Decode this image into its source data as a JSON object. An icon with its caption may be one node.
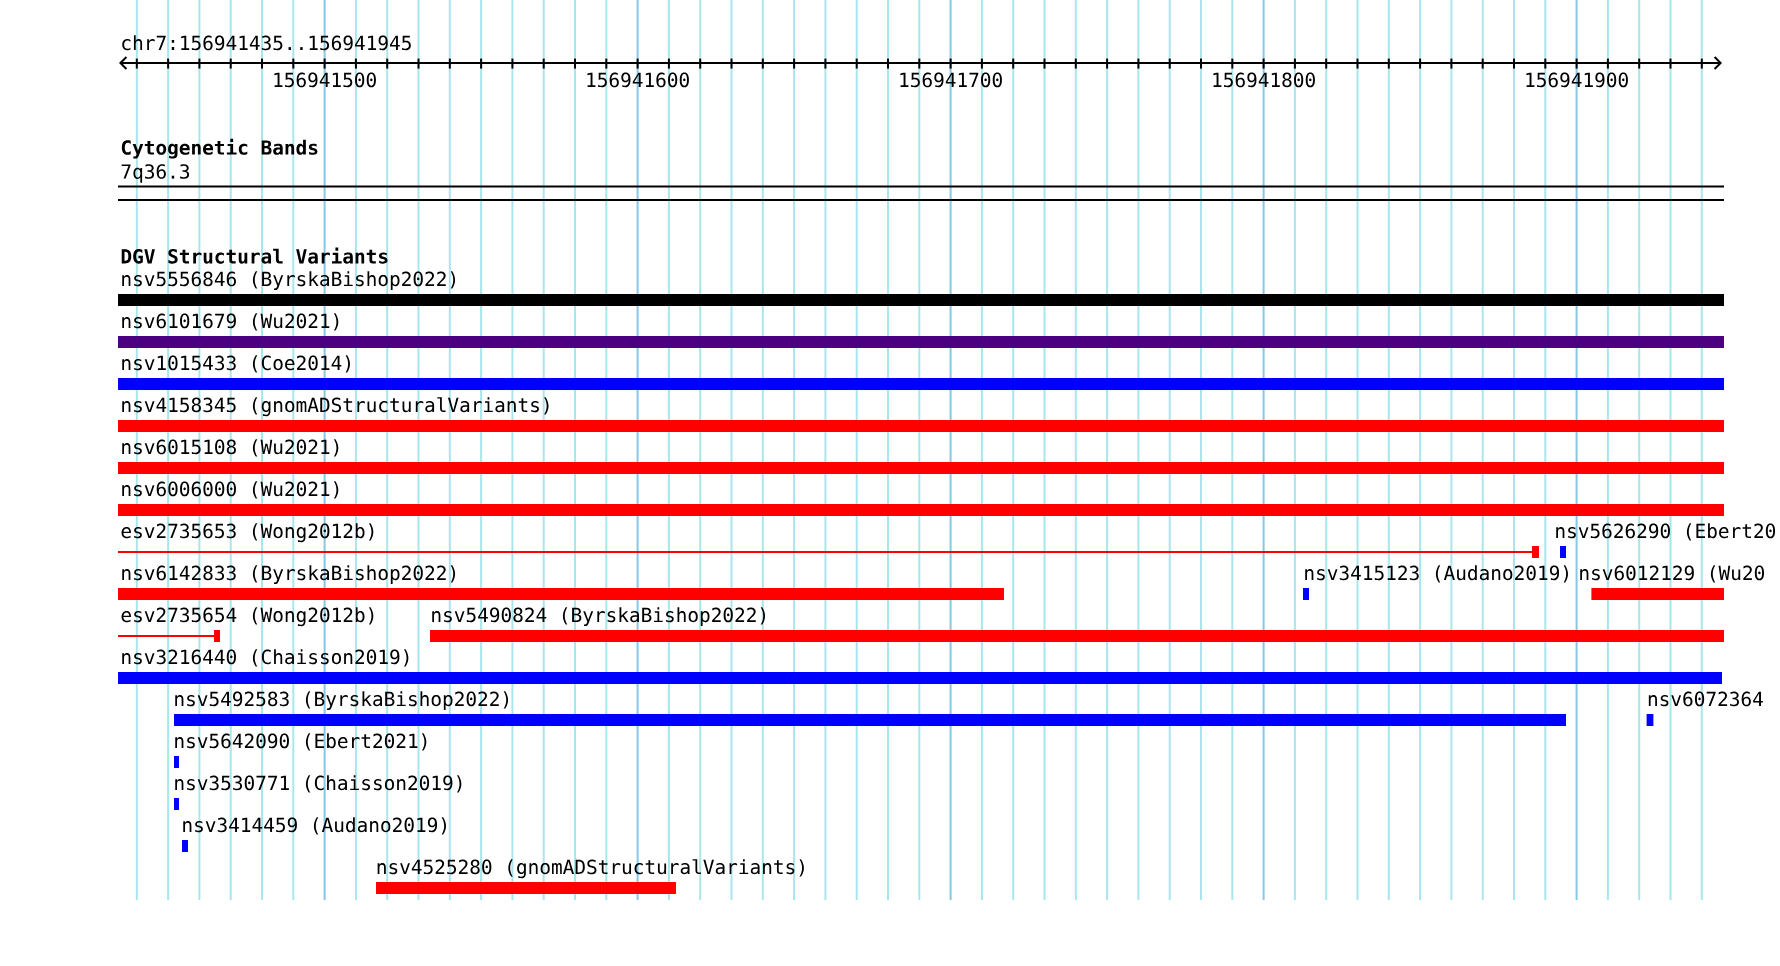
{
  "diagram": {
    "nodes": [
      {
        "text": [
          "nsv5556846 (ByrskaBishop2022)"
        ]
      },
      {
        "text": [
          "nsv6101679 (Wu2021)"
        ]
      },
      {
        "text": [
          "nsv1015433 (Coe2014)"
        ]
      },
      {
        "text": [
          "nsv4158345 (gnomADStructuralVariants)"
        ]
      },
      {
        "text": [
          "nsv6015108 (Wu2021)"
        ]
      },
      {
        "text": [
          "nsv6006000 (Wu2021)"
        ]
      },
      {
        "text": [
          "esv2735653 (Wong2012b)"
        ]
      },
      {
        "text": [
          "nsv5626290 (Ebert20"
        ]
      },
      {
        "text": [
          "nsv6142833 (ByrskaBishop2022)"
        ]
      },
      {
        "text": [
          "nsv3415123 (Audano2019)"
        ]
      },
      {
        "text": [
          "nsv6012129 (Wu20"
        ]
      },
      {
        "text": [
          "esv2735654 (Wong2012b)"
        ]
      },
      {
        "text": [
          "nsv5490824 (ByrskaBishop2022)"
        ]
      },
      {
        "text": [
          "nsv3216440 (Chaisson2019)"
        ]
      },
      {
        "text": [
          "nsv5492583 (ByrskaBishop2022)"
        ]
      },
      {
        "text": [
          "nsv6072364"
        ]
      },
      {
        "text": [
          "nsv5642090 (Ebert2021)"
        ]
      },
      {
        "text": [
          "nsv3530771 (Chaisson2019)"
        ]
      },
      {
        "text": [
          "nsv3414459 (Audano2019)"
        ]
      },
      {
        "text": [
          "nsv4525280 (gnomADStructuralVariants)"
        ]
      }
    ],
    "labels": [
      "chr7:156941435..156941945",
      "156941500",
      "156941600",
      "156941700",
      "156941800",
      "156941900",
      "Cytogenetic Bands",
      "7q36.3",
      "DGV Structural Variants"
    ]
  }
}
